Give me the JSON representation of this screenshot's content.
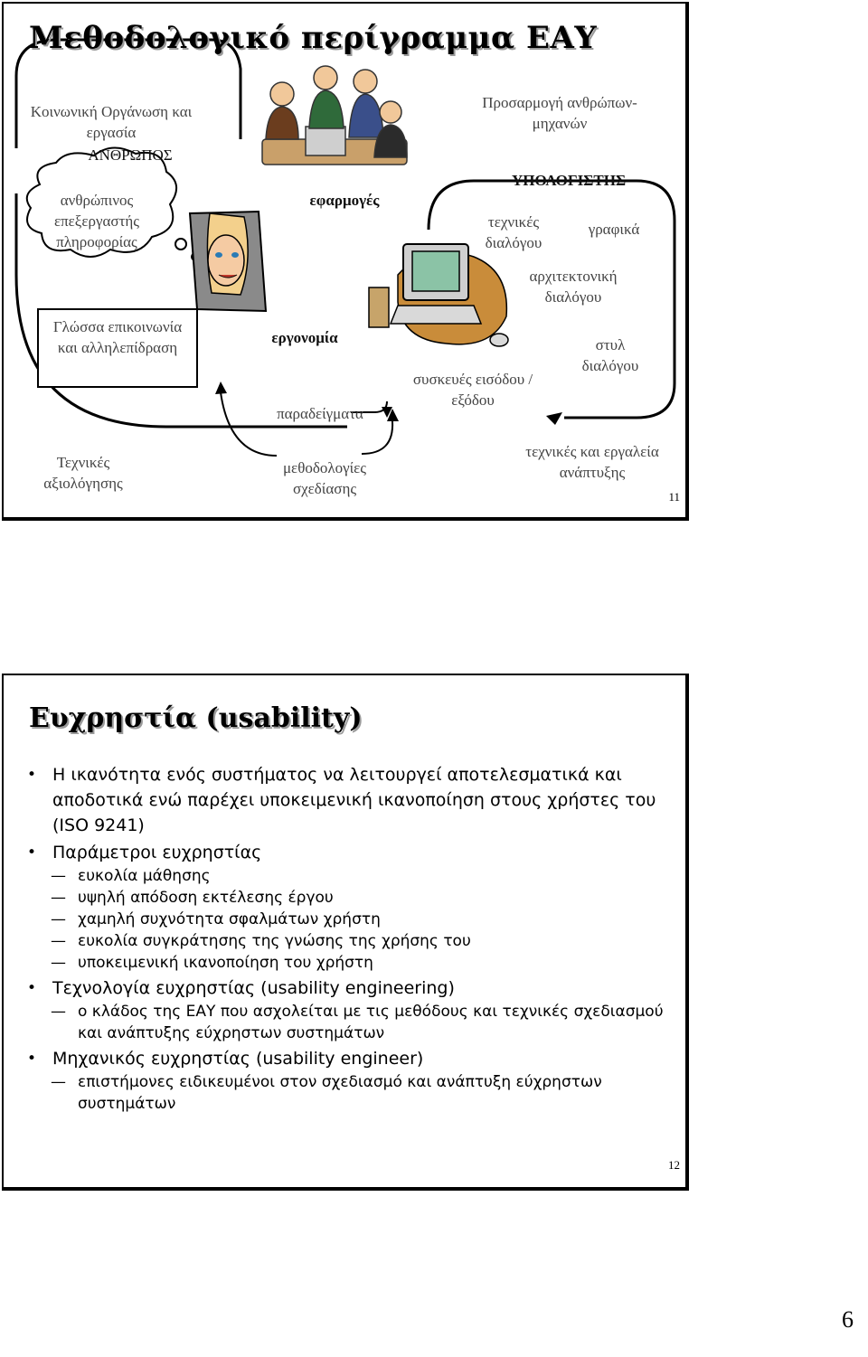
{
  "slide1": {
    "title": "Μεθοδολογικό περίγραμμα ΕΑΥ",
    "labels": {
      "social": "Κοινωνική Οργάνωση και εργασία",
      "human": "ΑΝΘΡΩΠΟΣ",
      "processor": "ανθρώπινος επεξεργαστής πληροφορίας",
      "applications": "εφαρμογές",
      "adaptation": "Προσαρμογή ανθρώπων-μηχανών",
      "computer": "ΥΠΟΛΟΓΙΣΤΗΣ",
      "dialog_tech": "τεχνικές διαλόγου",
      "graphics": "γραφικά",
      "dialog_arch": "αρχιτεκτονική διαλόγου",
      "language": "Γλώσσα επικοινωνία και αλληλεπίδραση",
      "ergonomics": "εργονομία",
      "style": "στυλ διαλόγου",
      "devices": "συσκευές εισόδου / εξόδου",
      "examples": "παραδείγματα",
      "eval": "Τεχνικές αξιολόγησης",
      "design_methods": "μεθοδολογίες σχεδίασης",
      "dev_tools": "τεχνικές και εργαλεία ανάπτυξης"
    },
    "page": "11"
  },
  "slide2": {
    "title": "Ευχρηστία (usability)",
    "bullets": [
      {
        "text": "Η ικανότητα ενός συστήματος να λειτουργεί αποτελεσματικά και αποδοτικά ενώ παρέχει υποκειμενική ικανοποίηση στους χρήστες του (ISO 9241)",
        "sub": []
      },
      {
        "text": "Παράμετροι ευχρηστίας",
        "sub": [
          "ευκολία μάθησης",
          "υψηλή απόδοση εκτέλεσης έργου",
          "χαμηλή συχνότητα σφαλμάτων χρήστη",
          "ευκολία συγκράτησης της γνώσης της χρήσης του",
          "υποκειμενική ικανοποίηση του χρήστη"
        ]
      },
      {
        "text": "Τεχνολογία ευχρηστίας (usability engineering)",
        "sub": [
          "ο κλάδος της ΕΑΥ που ασχολείται με τις μεθόδους και τεχνικές σχεδιασμού και ανάπτυξης εύχρηστων συστημάτων"
        ]
      },
      {
        "text": "Μηχανικός ευχρηστίας (usability engineer)",
        "sub": [
          "επιστήμονες ειδικευμένοι στον σχεδιασμό και ανάπτυξη εύχρηστων συστημάτων"
        ]
      }
    ],
    "page": "12"
  },
  "page_number": "6"
}
